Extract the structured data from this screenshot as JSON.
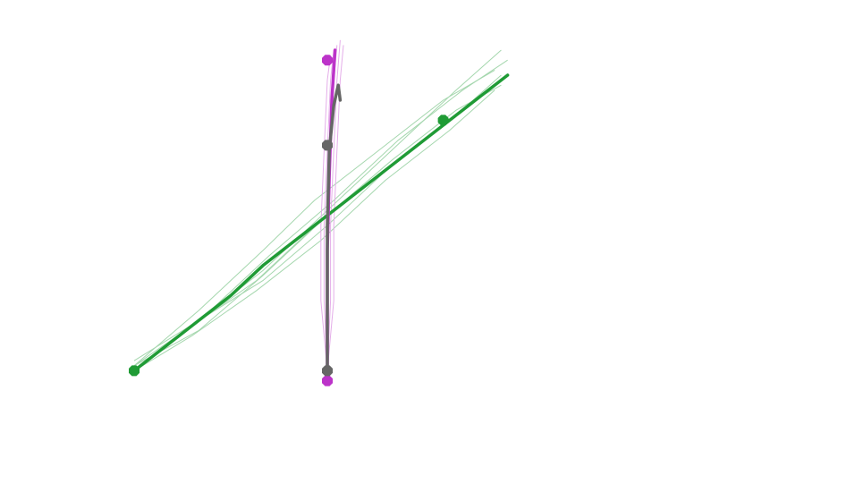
{
  "chart_data": {
    "type": "line",
    "title": "",
    "xlabel": "",
    "ylabel": "",
    "grid": false,
    "legend": "none",
    "xlim": [
      0,
      100
    ],
    "ylim": [
      0,
      100
    ],
    "series": [
      {
        "color": "#1f9b35",
        "role": "trials",
        "lines": [
          [
            [
              5,
              26
            ],
            [
              15,
              36
            ],
            [
              25,
              46
            ],
            [
              35,
              58
            ],
            [
              45,
              70
            ],
            [
              55,
              82
            ],
            [
              62,
              90
            ]
          ],
          [
            [
              5,
              27
            ],
            [
              14,
              35
            ],
            [
              24,
              44
            ],
            [
              34,
              56
            ],
            [
              44,
              66
            ],
            [
              54,
              76
            ],
            [
              62,
              84
            ]
          ],
          [
            [
              5,
              27
            ],
            [
              15,
              38
            ],
            [
              25,
              50
            ],
            [
              33,
              60
            ],
            [
              43,
              70
            ],
            [
              53,
              80
            ],
            [
              61,
              86
            ]
          ],
          [
            [
              5,
              26
            ],
            [
              16,
              37
            ],
            [
              26,
              49
            ],
            [
              36,
              60
            ],
            [
              46,
              72
            ],
            [
              56,
              82
            ],
            [
              63,
              88
            ]
          ],
          [
            [
              5,
              27
            ],
            [
              15,
              34
            ],
            [
              25,
              45
            ],
            [
              35,
              57
            ],
            [
              45,
              68
            ],
            [
              55,
              78
            ],
            [
              62,
              83
            ]
          ],
          [
            [
              5,
              26
            ],
            [
              14,
              33
            ],
            [
              24,
              42
            ],
            [
              34,
              52
            ],
            [
              44,
              64
            ],
            [
              54,
              74
            ],
            [
              61,
              82
            ]
          ],
          [
            [
              5,
              28
            ],
            [
              15,
              36
            ],
            [
              25,
              44
            ],
            [
              35,
              55
            ],
            [
              45,
              67
            ],
            [
              55,
              77
            ],
            [
              62,
              85
            ]
          ]
        ]
      },
      {
        "color": "#1f9b35",
        "role": "mean",
        "points": [
          [
            5,
            26
          ],
          [
            10,
            31
          ],
          [
            15,
            36
          ],
          [
            20,
            41
          ],
          [
            25,
            47
          ],
          [
            30,
            52
          ],
          [
            35,
            57
          ],
          [
            40,
            62
          ],
          [
            45,
            67
          ],
          [
            50,
            72
          ],
          [
            55,
            77
          ],
          [
            60,
            82
          ],
          [
            63,
            85
          ]
        ],
        "markers": [
          [
            5,
            26
          ],
          [
            53,
            76
          ]
        ]
      },
      {
        "color": "#bc33c9",
        "role": "trials",
        "lines": [
          [
            [
              35,
              26
            ],
            [
              35,
              40
            ],
            [
              35,
              55
            ],
            [
              35.5,
              70
            ],
            [
              36,
              84
            ],
            [
              36.5,
              91
            ]
          ],
          [
            [
              35,
              26
            ],
            [
              34.5,
              40
            ],
            [
              34.5,
              55
            ],
            [
              35,
              70
            ],
            [
              35.5,
              84
            ],
            [
              36,
              90
            ]
          ],
          [
            [
              35,
              26
            ],
            [
              35.5,
              40
            ],
            [
              35.5,
              55
            ],
            [
              36,
              70
            ],
            [
              36.5,
              84
            ],
            [
              37,
              92
            ]
          ],
          [
            [
              35,
              26
            ],
            [
              34,
              40
            ],
            [
              34,
              55
            ],
            [
              34.5,
              70
            ],
            [
              35,
              84
            ],
            [
              35.5,
              89
            ]
          ],
          [
            [
              35,
              26
            ],
            [
              36,
              40
            ],
            [
              36,
              55
            ],
            [
              36.5,
              70
            ],
            [
              37,
              84
            ],
            [
              37.5,
              91
            ]
          ]
        ]
      },
      {
        "color": "#bc33c9",
        "role": "mean",
        "points": [
          [
            35,
            24
          ],
          [
            35,
            35
          ],
          [
            35,
            50
          ],
          [
            35.3,
            65
          ],
          [
            35.7,
            80
          ],
          [
            36.2,
            90
          ]
        ],
        "markers": [
          [
            35,
            24
          ],
          [
            35,
            88
          ]
        ]
      },
      {
        "color": "#666666",
        "role": "mean",
        "points": [
          [
            35,
            26
          ],
          [
            35,
            40
          ],
          [
            35,
            55
          ],
          [
            35.3,
            70
          ],
          [
            36,
            79
          ],
          [
            36.7,
            83
          ],
          [
            37,
            80
          ]
        ],
        "markers": [
          [
            35,
            26
          ],
          [
            35,
            71
          ]
        ]
      }
    ]
  }
}
